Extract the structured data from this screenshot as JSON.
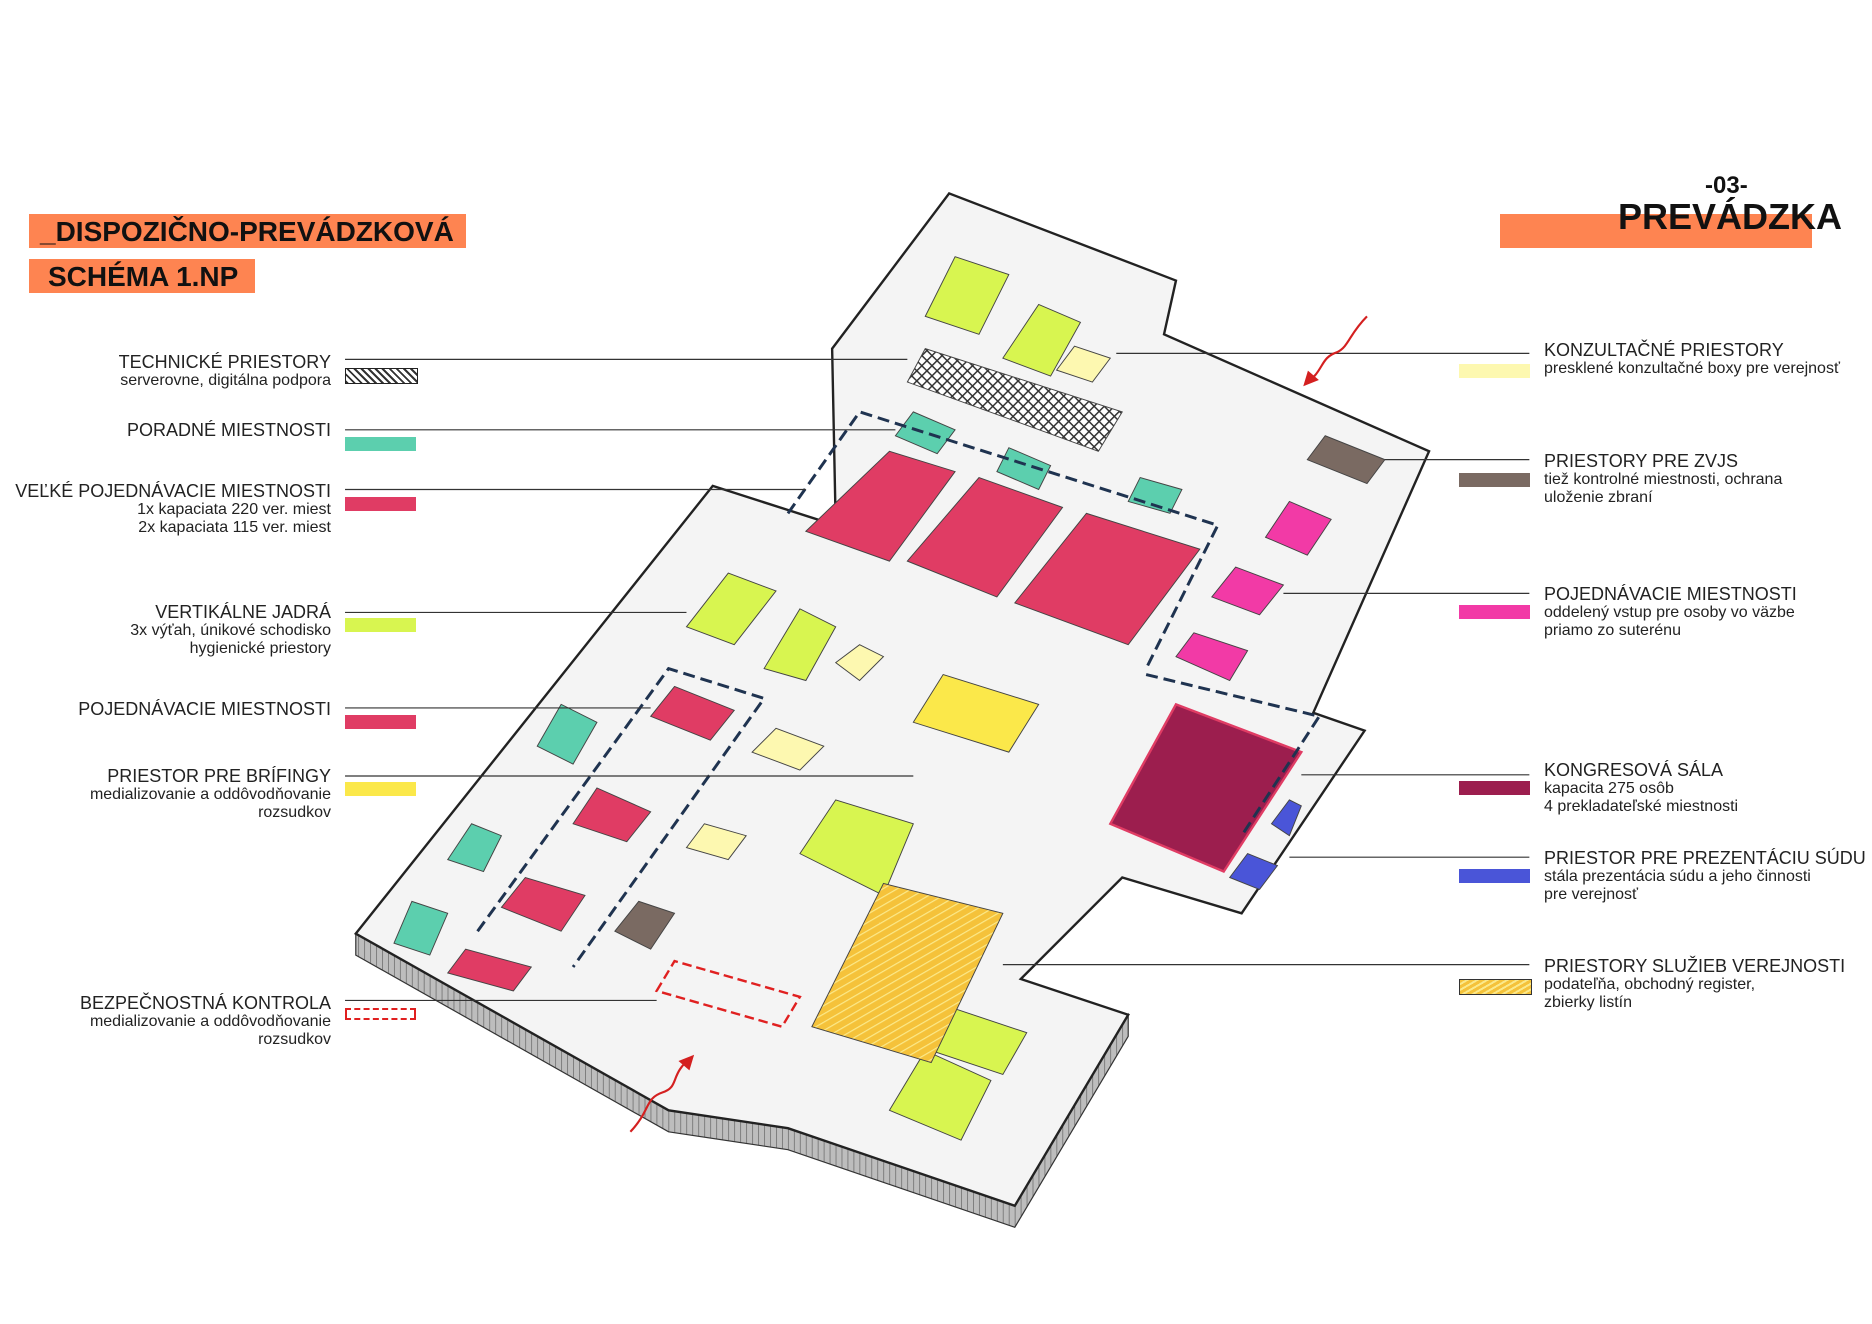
{
  "header": {
    "title_line1": "_DISPOZIČNO-PREVÁDZKOVÁ",
    "title_line2": "SCHÉMA 1.NP",
    "section_number": "-03-",
    "section_title": "PREVÁDZKA",
    "accent_color": "#fe8451"
  },
  "legend_left": [
    {
      "title": "TECHNICKÉ PRIESTORY",
      "sub": [
        "serverovne, digitálna podpora"
      ],
      "swatch": "hatch-dark"
    },
    {
      "title": "PORADNÉ MIESTNOSTI",
      "sub": [],
      "swatch": "#5ccfae"
    },
    {
      "title": "VEĽKÉ POJEDNÁVACIE MIESTNOSTI",
      "sub": [
        "1x kapaciata 220 ver. miest",
        "2x kapaciata 115 ver. miest"
      ],
      "swatch": "#e03c64"
    },
    {
      "title": "VERTIKÁLNE JADRÁ",
      "sub": [
        "3x výťah, únikové schodisko",
        "hygienické priestory"
      ],
      "swatch": "#d8f550"
    },
    {
      "title": "POJEDNÁVACIE MIESTNOSTI",
      "sub": [],
      "swatch": "#e03c64"
    },
    {
      "title": "PRIESTOR PRE BRÍFINGY",
      "sub": [
        "medializovanie a oddôvodňovanie",
        "rozsudkov"
      ],
      "swatch": "#fbe84a"
    },
    {
      "title": "BEZPEČNOSTNÁ KONTROLA",
      "sub": [
        "medializovanie a oddôvodňovanie",
        "rozsudkov"
      ],
      "swatch": "dashed-red"
    }
  ],
  "legend_right": [
    {
      "title": "KONZULTAČNÉ PRIESTORY",
      "sub": [
        "presklené konzultačné boxy pre verejnosť"
      ],
      "swatch": "#fdf8b0"
    },
    {
      "title": "PRIESTORY PRE ZVJS",
      "sub": [
        "tiež kontrolné miestnosti, ochrana",
        "uloženie zbraní"
      ],
      "swatch": "#7a6a62"
    },
    {
      "title": "POJEDNÁVACIE MIESTNOSTI",
      "sub": [
        "oddelený vstup pre osoby vo väzbe",
        "priamo zo suterénu"
      ],
      "swatch": "#f23aa6"
    },
    {
      "title": "KONGRESOVÁ SÁLA",
      "sub": [
        "kapacita 275 osôb",
        "4 prekladateľské miestnosti"
      ],
      "swatch": "#9c1e4e"
    },
    {
      "title": "PRIESTOR PRE PREZENTÁCIU SÚDU",
      "sub": [
        "stála prezentácia súdu a jeho činnosti",
        "pre verejnosť"
      ],
      "swatch": "#4a55d8"
    },
    {
      "title": "PRIESTORY SLUŽIEB VEREJNOSTI",
      "sub": [
        "podateľňa, obchodný register,",
        "zbierky listín"
      ],
      "swatch": "hatch-yellow"
    }
  ]
}
